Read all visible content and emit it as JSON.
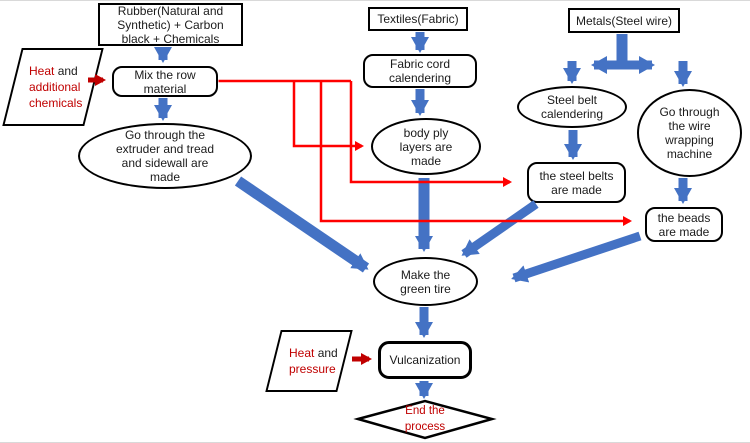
{
  "colors": {
    "arrow_blue": "#4472C4",
    "connector_red": "#FF0000",
    "bold_arrow_red": "#C00000",
    "accent_text_red": "#C00000",
    "shape_border": "#000000",
    "background": "#FFFFFF"
  },
  "nodes": {
    "rubber": {
      "lines": [
        "Rubber(Natural and",
        "Synthetic) + Carbon",
        "black + Chemicals"
      ]
    },
    "textiles": {
      "label": "Textiles(Fabric)"
    },
    "metals": {
      "label": "Metals(Steel wire)"
    },
    "heat_chemicals": {
      "heat": "Heat",
      "and": " and",
      "line2": "additional",
      "line3": "chemicals"
    },
    "mix": {
      "lines": [
        "Mix the row",
        "material"
      ]
    },
    "extruder": {
      "lines": [
        "Go through the",
        "extruder and tread",
        "and sidewall are",
        "made"
      ]
    },
    "fabric_cord": {
      "lines": [
        "Fabric cord",
        "calendering"
      ]
    },
    "body_ply": {
      "lines": [
        "body ply",
        "layers are",
        "made"
      ]
    },
    "steel_belt_calendering": {
      "lines": [
        "Steel belt",
        "calendering"
      ]
    },
    "wire_wrapping": {
      "lines": [
        "Go through",
        "the wire",
        "wrapping",
        "machine"
      ]
    },
    "steel_belts": {
      "lines": [
        "the steel belts",
        "are made"
      ]
    },
    "beads": {
      "lines": [
        "the beads",
        "are made"
      ]
    },
    "green_tire": {
      "lines": [
        "Make the",
        "green tire"
      ]
    },
    "heat_pressure": {
      "heat": "Heat",
      "and": " and",
      "line2": "pressure"
    },
    "vulcanization": {
      "label": "Vulcanization"
    },
    "end": {
      "lines": [
        "End the",
        "process"
      ]
    }
  },
  "edges": [
    {
      "from": "rubber",
      "to": "mix",
      "style": "blue-arrow"
    },
    {
      "from": "heat_chemicals",
      "to": "mix",
      "style": "red-bold-arrow"
    },
    {
      "from": "mix",
      "to": "extruder",
      "style": "blue-arrow"
    },
    {
      "from": "mix",
      "to": "body_ply",
      "style": "red-line"
    },
    {
      "from": "mix",
      "to": "steel_belts",
      "style": "red-line"
    },
    {
      "from": "mix",
      "to": "beads",
      "style": "red-line"
    },
    {
      "from": "textiles",
      "to": "fabric_cord",
      "style": "blue-arrow"
    },
    {
      "from": "fabric_cord",
      "to": "body_ply",
      "style": "blue-arrow"
    },
    {
      "from": "metals",
      "to": "steel_belt_calendering",
      "style": "blue-arrow"
    },
    {
      "from": "metals",
      "to": "wire_wrapping",
      "style": "blue-arrow"
    },
    {
      "from": "steel_belt_calendering",
      "to": "steel_belts",
      "style": "blue-arrow"
    },
    {
      "from": "wire_wrapping",
      "to": "beads",
      "style": "blue-arrow"
    },
    {
      "from": "extruder",
      "to": "green_tire",
      "style": "blue-arrow"
    },
    {
      "from": "body_ply",
      "to": "green_tire",
      "style": "blue-arrow"
    },
    {
      "from": "steel_belts",
      "to": "green_tire",
      "style": "blue-arrow"
    },
    {
      "from": "beads",
      "to": "green_tire",
      "style": "blue-arrow"
    },
    {
      "from": "green_tire",
      "to": "vulcanization",
      "style": "blue-arrow"
    },
    {
      "from": "heat_pressure",
      "to": "vulcanization",
      "style": "red-bold-arrow"
    },
    {
      "from": "vulcanization",
      "to": "end",
      "style": "blue-arrow"
    }
  ]
}
